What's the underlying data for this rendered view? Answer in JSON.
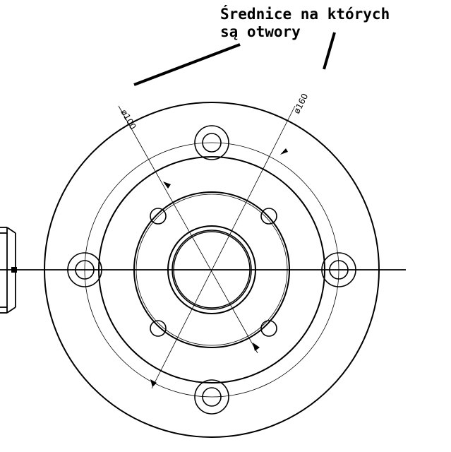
{
  "annotation": {
    "line1": "Średnice na których",
    "line2": "są otwory"
  },
  "dimensions": {
    "inner_diameter": "ø100",
    "outer_diameter": "ø160"
  },
  "colors": {
    "ink": "#000000",
    "paper": "#ffffff"
  }
}
